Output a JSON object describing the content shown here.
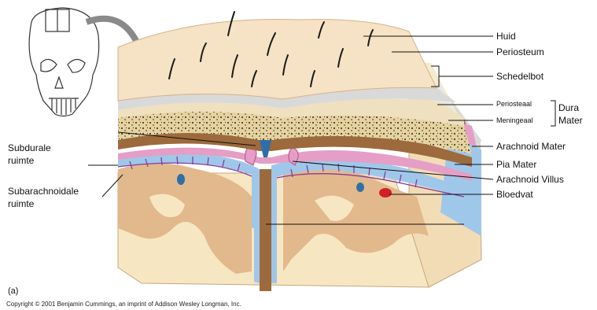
{
  "labels": {
    "huid": "Huid",
    "periosteum": "Periosteum",
    "schedelbot": "Schedelbot",
    "periosteaal": "Periosteaal",
    "meningeaal": "Meningeaal",
    "dura_line1": "Dura",
    "dura_line2": "Mater",
    "arachnoid_mater": "Arachnoid Mater",
    "pia_mater": "Pia Mater",
    "arachnoid_villus": "Arachnoid Villus",
    "bloedvat": "Bloedvat",
    "subdurale_line1": "Subdurale",
    "subdurale_line2": "ruimte",
    "subarachnoidale_line1": "Subarachnoidale",
    "subarachnoidale_line2": "ruimte"
  },
  "figure_label": "(a)",
  "copyright": "Copyright © 2001 Benjamin Cummings, an imprint of Addison Wesley Longman, Inc.",
  "colors": {
    "skin": "#f6e2c4",
    "periosteum": "#d9d9d9",
    "bone": "#e9d6a6",
    "dura": "#9c6a3c",
    "arachnoid": "#e59ec6",
    "csf": "#9fc7ea",
    "pia": "#8a3a9c",
    "cortex": "#e2b98c",
    "white_matter": "#f7e6c2",
    "blood": "#d0202a"
  }
}
